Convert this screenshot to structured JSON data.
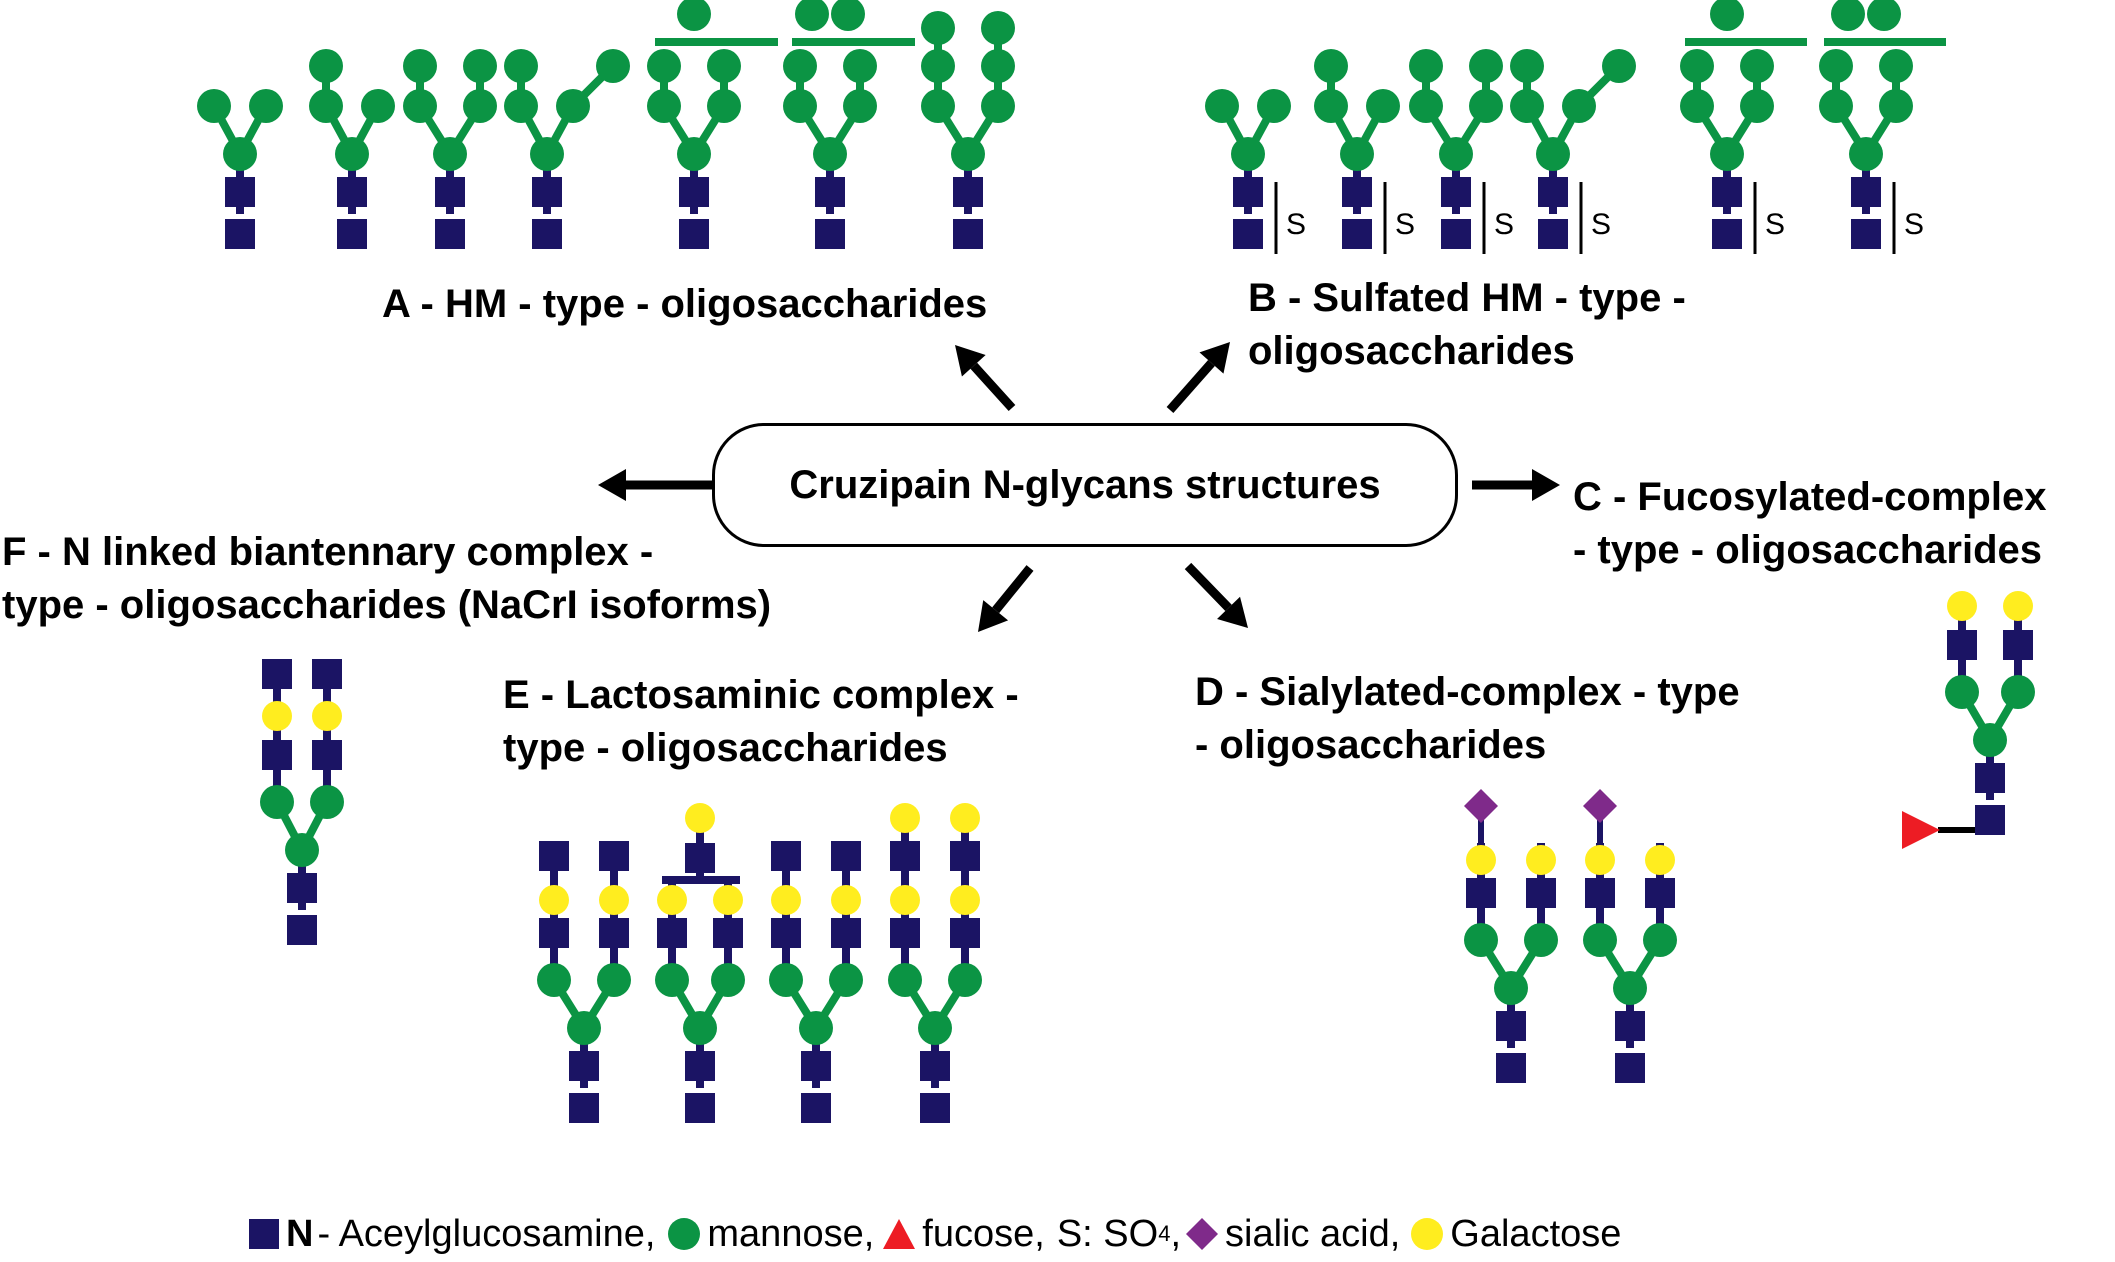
{
  "center": {
    "title": "Cruzipain N-glycans structures"
  },
  "labels": {
    "a": [
      "A - HM - type - oligosaccharides"
    ],
    "b": [
      "B - Sulfated HM - type -",
      "oligosaccharides"
    ],
    "c": [
      "C - Fucosylated-complex",
      "- type - oligosaccharides"
    ],
    "d": [
      "D - Sialylated-complex - type",
      "- oligosaccharides"
    ],
    "e": [
      "E - Lactosaminic complex -",
      "type - oligosaccharides"
    ],
    "f": [
      "F - N linked biantennary complex -",
      "type - oligosaccharides (NaCrI isoforms)"
    ]
  },
  "sulfate_mark": "S",
  "legend": {
    "n_bold": "N",
    "glcnac": "- Aceylglucosamine,",
    "mannose": "mannose,",
    "fucose": "fucose,",
    "so4_prefix": "S: SO",
    "so4_sub": "4",
    "so4_suffix": ",",
    "sialic": "sialic acid,",
    "galactose": "Galactose"
  },
  "colors": {
    "glcnac": "#1b1464",
    "mannose": "#0b9444",
    "galactose": "#ffed1f",
    "fucose": "#ed1c24",
    "sialic": "#7f2a8a",
    "text": "#000000"
  }
}
